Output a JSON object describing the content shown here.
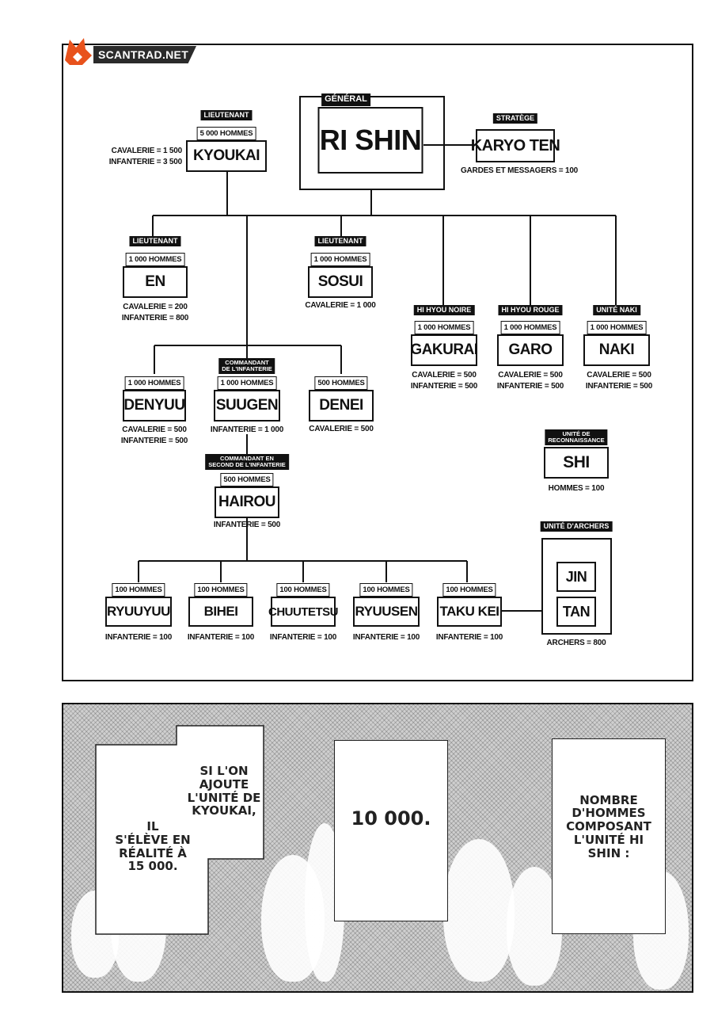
{
  "watermark": {
    "text": "SCANTRAD.NET",
    "color": "#e8521c"
  },
  "general": {
    "tag": "GÉNÉRAL",
    "name": "RI SHIN"
  },
  "strategist": {
    "tag": "STRATÈGE",
    "name": "KARYO TEN",
    "stats": "GARDES ET MESSAGERS = 100"
  },
  "kyoukai": {
    "tag": "LIEUTENANT",
    "count": "5 000 HOMMES",
    "name": "KYOUKAI",
    "stats": "CAVALERIE = 1 500\nINFANTERIE = 3 500"
  },
  "en": {
    "tag": "LIEUTENANT",
    "count": "1 000 HOMMES",
    "name": "EN",
    "stats": "CAVALERIE = 200\nINFANTERIE = 800"
  },
  "sosui": {
    "tag": "LIEUTENANT",
    "count": "1 000 HOMMES",
    "name": "SOSUI",
    "stats": "CAVALERIE = 1 000"
  },
  "gakurai": {
    "tag": "HI HYOU NOIRE",
    "count": "1 000 HOMMES",
    "name": "GAKURAI",
    "stats": "CAVALERIE = 500\nINFANTERIE = 500"
  },
  "garo": {
    "tag": "HI HYOU ROUGE",
    "count": "1 000 HOMMES",
    "name": "GARO",
    "stats": "CAVALERIE = 500\nINFANTERIE = 500"
  },
  "naki": {
    "tag": "UNITÉ NAKI",
    "count": "1 000 HOMMES",
    "name": "NAKI",
    "stats": "CAVALERIE = 500\nINFANTERIE = 500"
  },
  "denyuu": {
    "count": "1 000 HOMMES",
    "name": "DENYUU",
    "stats": "CAVALERIE = 500\nINFANTERIE = 500"
  },
  "suugen": {
    "tag": "COMMANDANT\nDE L'INFANTERIE",
    "count": "1 000 HOMMES",
    "name": "SUUGEN",
    "stats": "INFANTERIE = 1 000"
  },
  "denei": {
    "count": "500 HOMMES",
    "name": "DENEI",
    "stats": "CAVALERIE = 500"
  },
  "shi": {
    "tag": "UNITÉ DE\nRECONNAISSANCE",
    "name": "SHI",
    "stats": "HOMMES = 100"
  },
  "hairou": {
    "tag": "COMMANDANT EN\nSECOND DE L'INFANTERIE",
    "count": "500 HOMMES",
    "name": "HAIROU",
    "stats": "INFANTERIE = 500"
  },
  "archers": {
    "tag": "UNITÉ D'ARCHERS",
    "jin": "JIN",
    "tan": "TAN",
    "stats": "ARCHERS = 800"
  },
  "ryuuyuu": {
    "count": "100 HOMMES",
    "name": "RYUUYUU",
    "stats": "INFANTERIE = 100"
  },
  "bihei": {
    "count": "100 HOMMES",
    "name": "BIHEI",
    "stats": "INFANTERIE = 100"
  },
  "chuutetsu": {
    "count": "100 HOMMES",
    "name": "CHUUTETSU",
    "stats": "INFANTERIE = 100"
  },
  "ryuusen": {
    "count": "100 HOMMES",
    "name": "RYUUSEN",
    "stats": "INFANTERIE = 100"
  },
  "takukei": {
    "count": "100 HOMMES",
    "name": "TAKU KEI",
    "stats": "INFANTERIE = 100"
  },
  "bubbles": {
    "right": "NOMBRE\nD'HOMMES\nCOMPOSANT\nL'UNITÉ HI\nSHIN :",
    "middle": "10 000.",
    "left_top": "SI L'ON\nAJOUTE\nL'UNITÉ DE\nKYOUKAI,",
    "left_bottom": "IL\nS'ÉLÈVE EN\nRÉALITÉ À\n15 000."
  }
}
